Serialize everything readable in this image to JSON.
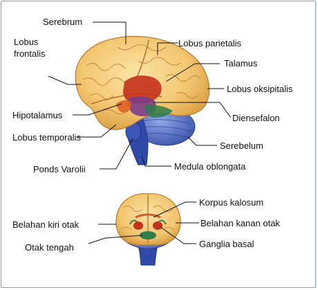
{
  "diagram": {
    "side_view_labels": {
      "serebrum": "Serebrum",
      "lobus_frontalis_line1": "Lobus",
      "lobus_frontalis_line2": "frontalis",
      "lobus_parietalis": "Lobus parietalis",
      "talamus": "Talamus",
      "lobus_oksipitalis": "Lobus oksipitalis",
      "hipotalamus": "Hipotalamus",
      "diensefalon": "Diensefalon",
      "lobus_temporalis": "Lobus temporalis",
      "serebelum": "Serebelum",
      "ponds_varolii": "Ponds Varolii",
      "medula_oblongata": "Medula oblongata"
    },
    "front_view_labels": {
      "korpus_kalosum": "Korpus kalosum",
      "belahan_kiri_otak": "Belahan kiri otak",
      "belahan_kanan_otak": "Belahan kanan otak",
      "otak_tengah": "Otak tengah",
      "ganglia_basal": "Ganglia basal"
    },
    "colors": {
      "frame": "#5aa7d8",
      "cerebrum": "#f3c873",
      "thalamus": "#c4311b",
      "diencephalon": "#7d3c8a",
      "cerebellum": "#4762b8",
      "brainstem": "#2f4aa8",
      "midbrain": "#2e7d4a",
      "leader_line": "#111111"
    }
  }
}
